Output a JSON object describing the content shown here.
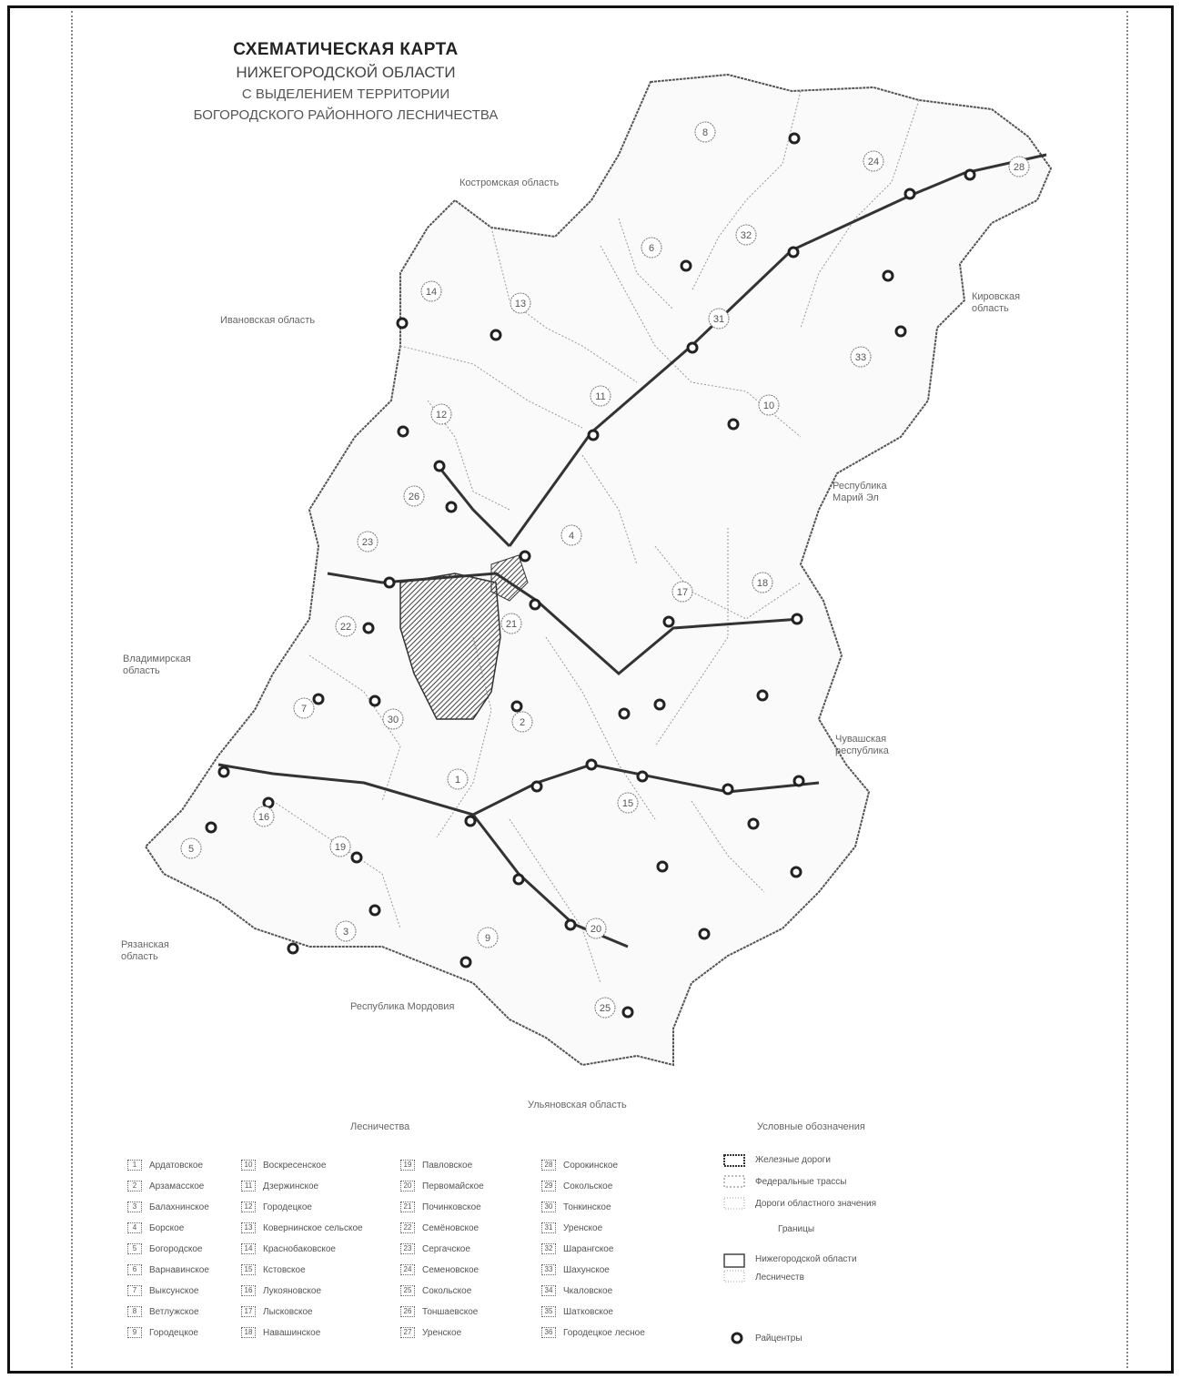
{
  "title": {
    "line1": "СХЕМАТИЧЕСКАЯ КАРТА",
    "line2": "НИЖЕГОРОДСКОЙ ОБЛАСТИ",
    "line3": "С ВЫДЕЛЕНИЕМ ТЕРРИТОРИИ",
    "line4": "БОГОРОДСКОГО РАЙОННОГО ЛЕСНИЧЕСТВА"
  },
  "neighbors": {
    "kostroma": "Костромская область",
    "ivanovo": "Ивановская область",
    "kirov": "Кировская область",
    "mari_el": "Республика Марий Эл",
    "vladimir": "Владимирская область",
    "chuvash": "Чувашская республика",
    "ryazan": "Рязанская область",
    "mordovia": "Республика Мордовия",
    "ulyanovsk": "Ульяновская область"
  },
  "district_numbers": [
    "8",
    "6",
    "32",
    "28",
    "24",
    "13",
    "14",
    "31",
    "12",
    "4",
    "33",
    "10",
    "18",
    "17",
    "15",
    "22",
    "7",
    "30",
    "1",
    "5",
    "3",
    "11",
    "9",
    "20",
    "25",
    "26",
    "19",
    "16",
    "21",
    "2",
    "23"
  ],
  "legend": {
    "districts_title": "Лесничества",
    "symbols_title": "Условные обозначения",
    "col1": [
      {
        "num": "1",
        "label": "Ардатовское"
      },
      {
        "num": "2",
        "label": "Арзамасское"
      },
      {
        "num": "3",
        "label": "Балахнинское"
      },
      {
        "num": "4",
        "label": "Борское"
      },
      {
        "num": "5",
        "label": "Богородское"
      },
      {
        "num": "6",
        "label": "Варнавинское"
      },
      {
        "num": "7",
        "label": "Выксунское"
      },
      {
        "num": "8",
        "label": "Ветлужское"
      },
      {
        "num": "9",
        "label": "Городецкое"
      }
    ],
    "col2": [
      {
        "num": "10",
        "label": "Воскресенское"
      },
      {
        "num": "11",
        "label": "Дзержинское"
      },
      {
        "num": "12",
        "label": "Городецкое"
      },
      {
        "num": "13",
        "label": "Ковернинское сельское"
      },
      {
        "num": "14",
        "label": "Краснобаковское"
      },
      {
        "num": "15",
        "label": "Кстовское"
      },
      {
        "num": "16",
        "label": "Лукояновское"
      },
      {
        "num": "17",
        "label": "Лысковское"
      },
      {
        "num": "18",
        "label": "Навашинское"
      }
    ],
    "col3": [
      {
        "num": "19",
        "label": "Павловское"
      },
      {
        "num": "20",
        "label": "Первомайское"
      },
      {
        "num": "21",
        "label": "Починковское"
      },
      {
        "num": "22",
        "label": "Семёновское"
      },
      {
        "num": "23",
        "label": "Сергачское"
      },
      {
        "num": "24",
        "label": "Семеновское"
      },
      {
        "num": "25",
        "label": "Сокольское"
      },
      {
        "num": "26",
        "label": "Тоншаевское"
      },
      {
        "num": "27",
        "label": "Уренское"
      }
    ],
    "col4": [
      {
        "num": "28",
        "label": "Сорокинское"
      },
      {
        "num": "29",
        "label": "Сокольское"
      },
      {
        "num": "30",
        "label": "Тонкинское"
      },
      {
        "num": "31",
        "label": "Уренское"
      },
      {
        "num": "32",
        "label": "Шарангское"
      },
      {
        "num": "33",
        "label": "Шахунское"
      },
      {
        "num": "34",
        "label": "Чкаловское"
      },
      {
        "num": "35",
        "label": "Шатковское"
      },
      {
        "num": "36",
        "label": "Городецкое лесное"
      }
    ],
    "symbols": [
      {
        "label": "Железные дороги"
      },
      {
        "label": "Федеральные трассы"
      },
      {
        "label": "Дороги областного значения"
      },
      {
        "label": "Границы"
      },
      {
        "label": "Нижегородской области"
      },
      {
        "label": "Лесничеств"
      },
      {
        "label": "Райцентры"
      }
    ]
  },
  "colors": {
    "border": "#111111",
    "line": "#777777",
    "road": "#444444",
    "highlight": "#666666"
  }
}
